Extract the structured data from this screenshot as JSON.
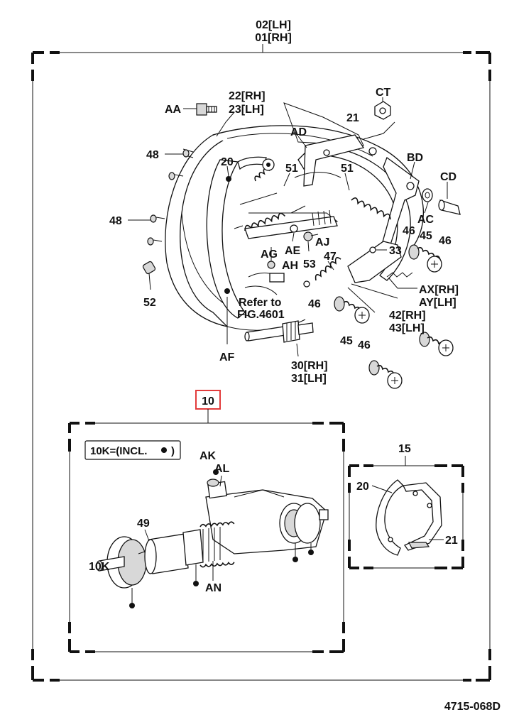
{
  "labels": {
    "top_lh": "02[LH]",
    "top_rh": "01[RH]",
    "aa": "AA",
    "rh22": "22[RH]",
    "lh23": "23[LH]",
    "ct": "CT",
    "n21_top": "21",
    "ad": "AD",
    "bd": "BD",
    "cd": "CD",
    "n48_a": "48",
    "n48_b": "48",
    "n20_top": "20",
    "n51_a": "51",
    "n51_b": "51",
    "ac": "AC",
    "n46_a": "46",
    "n45_a": "45",
    "n46_b": "46",
    "ae": "AE",
    "aj": "AJ",
    "ag": "AG",
    "ah": "AH",
    "n53": "53",
    "n47": "47",
    "n33": "33",
    "ax_rh": "AX[RH]",
    "ay_lh": "AY[LH]",
    "n52": "52",
    "refer_to": "Refer to",
    "fig": "FIG.4601",
    "n46_c": "46",
    "rh42": "42[RH]",
    "lh43": "43[LH]",
    "n45_b": "45",
    "n46_d": "46",
    "af": "AF",
    "rh30": "30[RH]",
    "lh31": "31[LH]",
    "n10": "10",
    "incl": "10K=(INCL.",
    "incl_close": ")",
    "ak": "AK",
    "al": "AL",
    "n49": "49",
    "n10k": "10K",
    "an": "AN",
    "n15": "15",
    "n20_box": "20",
    "n21_box": "21",
    "code": "4715-068D"
  },
  "colors": {
    "callout_box": "#e23b3b",
    "ink": "#111111"
  }
}
